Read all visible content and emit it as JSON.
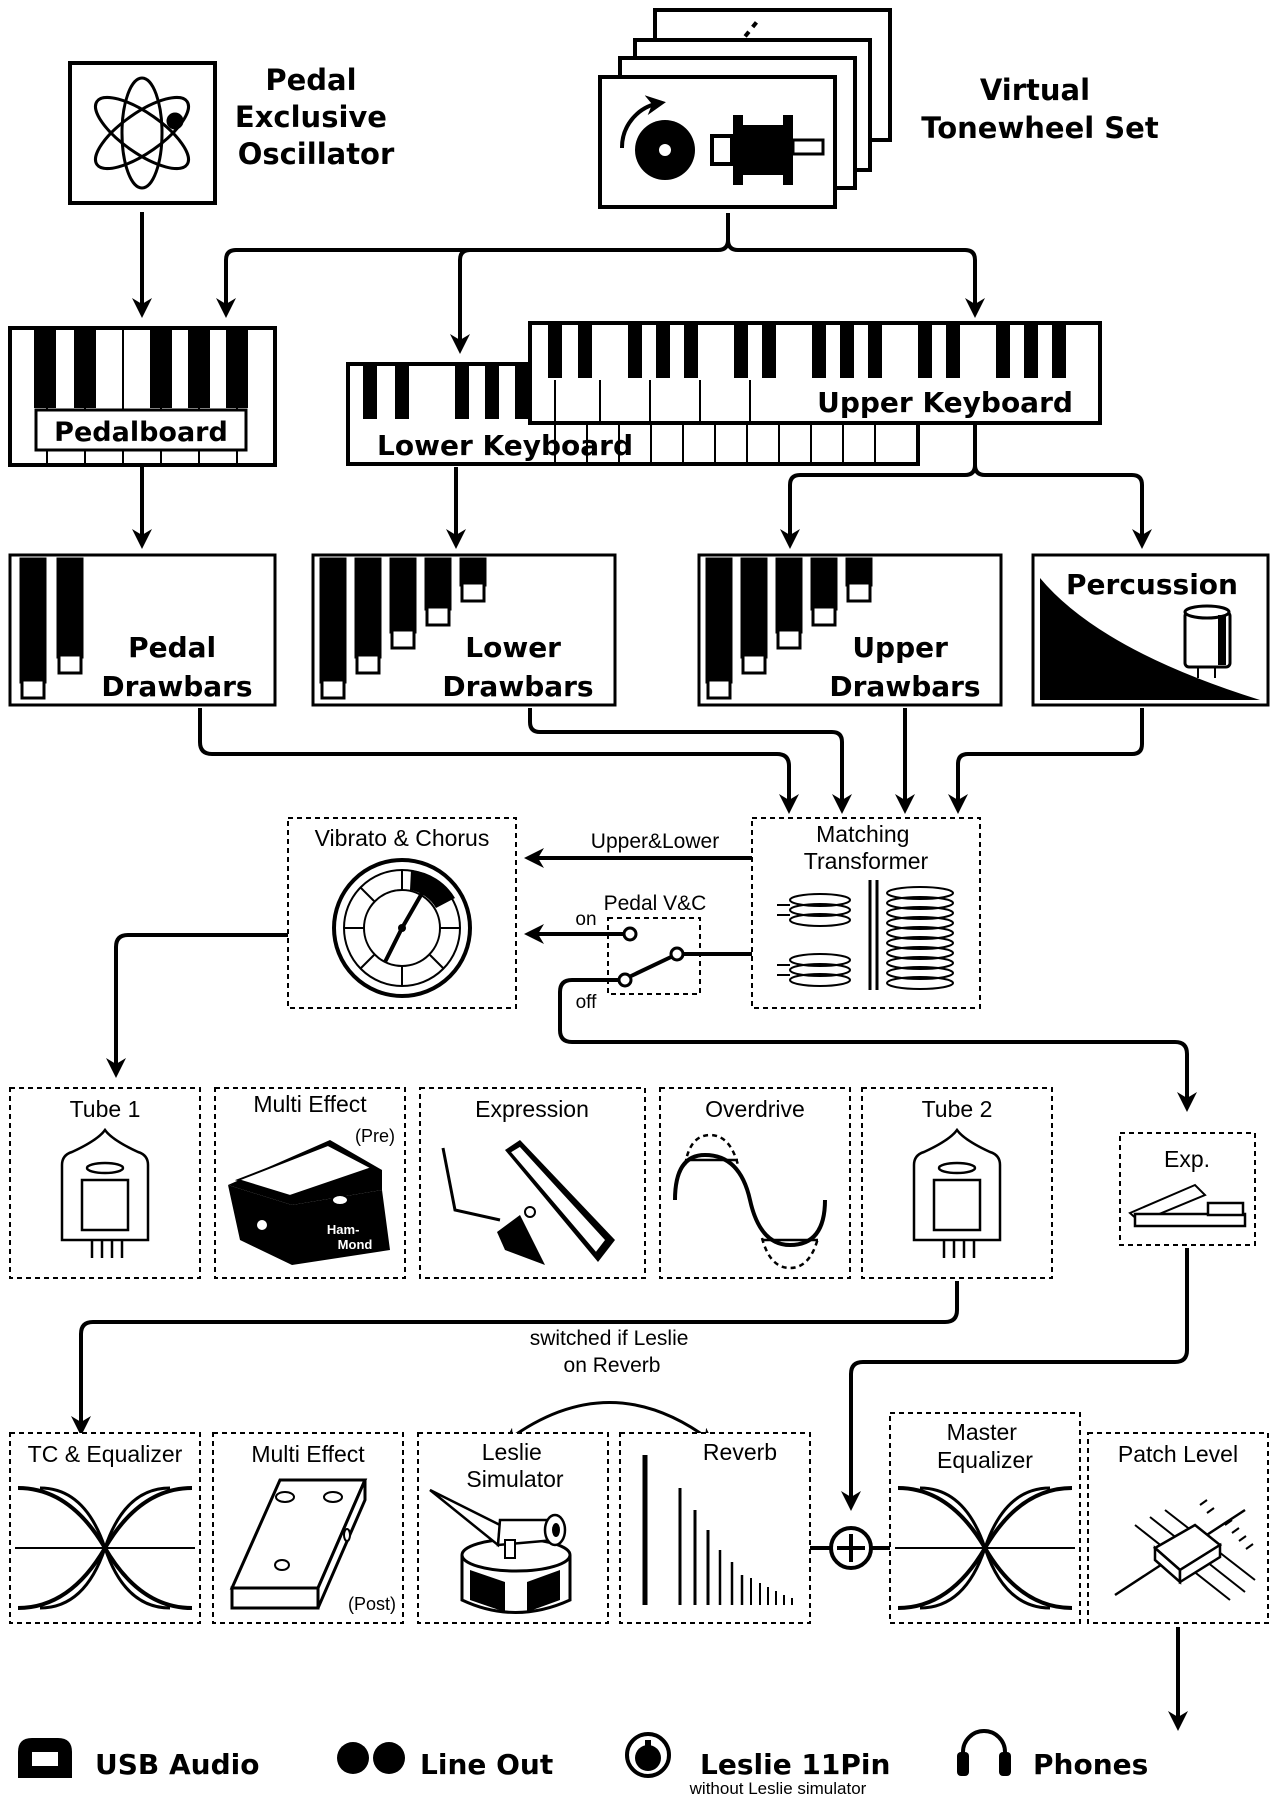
{
  "sources": {
    "pedal_oscillator": [
      "Pedal",
      "Exclusive",
      "Oscillator"
    ],
    "tonewheel": [
      "Virtual",
      "Tonewheel Set"
    ]
  },
  "keyboards": {
    "pedalboard": "Pedalboard",
    "lower": "Lower Keyboard",
    "upper": "Upper Keyboard"
  },
  "drawbars": {
    "pedal": [
      "Pedal",
      "Drawbars"
    ],
    "lower": [
      "Lower",
      "Drawbars"
    ],
    "upper": [
      "Upper",
      "Drawbars"
    ],
    "percussion": "Percussion"
  },
  "signal": {
    "vibrato_chorus": "Vibrato & Chorus",
    "matching_transformer": [
      "Matching",
      "Transformer"
    ],
    "upper_lower": "Upper&Lower",
    "pedal_vc": "Pedal V&C",
    "on": "on",
    "off": "off"
  },
  "effects_row1": {
    "tube1": "Tube 1",
    "multi_effect_pre": "Multi Effect",
    "pre": "(Pre)",
    "pedal_brand": [
      "Ham-",
      "Mond"
    ],
    "expression": "Expression",
    "overdrive": "Overdrive",
    "tube2": "Tube 2",
    "exp": "Exp."
  },
  "effects_row2": {
    "switch_note": [
      "switched if Leslie",
      "on Reverb"
    ],
    "tc_equalizer": "TC & Equalizer",
    "multi_effect_post": "Multi Effect",
    "post": "(Post)",
    "leslie": [
      "Leslie",
      "Simulator"
    ],
    "reverb": "Reverb",
    "master_eq": [
      "Master",
      "Equalizer"
    ],
    "patch_level": "Patch Level"
  },
  "outputs": {
    "usb": "USB Audio",
    "line_out": "Line Out",
    "leslie_11pin": "Leslie 11Pin",
    "leslie_note": "without Leslie simulator",
    "phones": "Phones"
  },
  "icons": [
    "atom-icon",
    "tonewheel-icon",
    "gauge-icon",
    "transformer-icon",
    "tube-icon",
    "wah-pedal-icon",
    "expression-pedal-icon",
    "sine-clip-icon",
    "eq-curves-icon",
    "stompbox-icon",
    "leslie-icon",
    "reverb-decay-icon",
    "sum-icon",
    "fader-icon",
    "usb-icon",
    "line-out-icon",
    "leslie-jack-icon",
    "headphones-icon"
  ]
}
